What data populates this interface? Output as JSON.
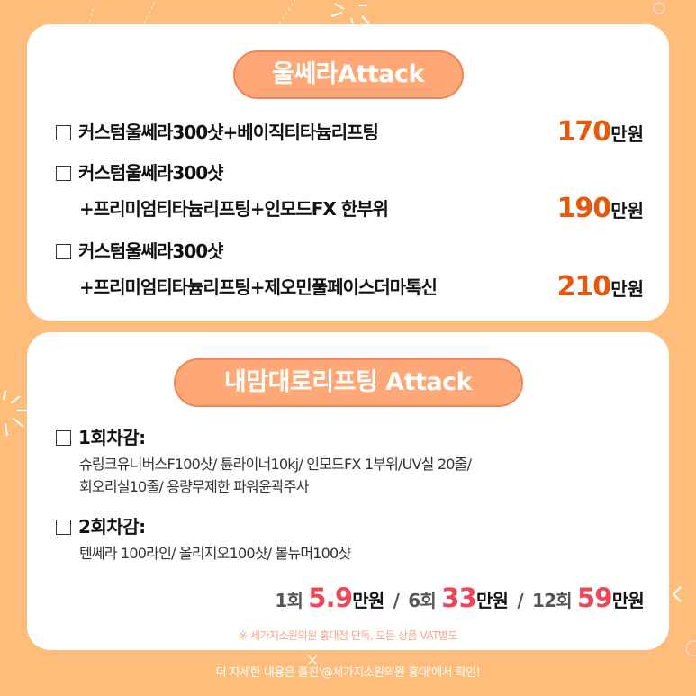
{
  "background_color": "#FFBD7B",
  "colors": {
    "pill_fill": "#FFA877",
    "pill_border": "#F0855A",
    "price_orange": "#E8580C",
    "price_pink": "#F0465A",
    "note_color": "#F6A78A"
  },
  "ulthera_section": {
    "title": "울쎄라Attack",
    "items": [
      {
        "lines": [
          "커스텀울쎄라300샷+베이직티타늄리프팅"
        ],
        "price_value": "170",
        "price_unit": "만원"
      },
      {
        "lines": [
          "커스텀울쎄라300샷",
          "+프리미엄티타늄리프팅+인모드FX 한부위"
        ],
        "price_value": "190",
        "price_unit": "만원"
      },
      {
        "lines": [
          "커스텀울쎄라300샷",
          "+프리미엄티타늄리프팅+제오민풀페이스더마톡신"
        ],
        "price_value": "210",
        "price_unit": "만원"
      }
    ]
  },
  "custom_lifting_section": {
    "title": "내맘대로리프팅 Attack",
    "options": [
      {
        "title": "1회차감:",
        "desc_lines": [
          "슈링크유니버스F100샷/ 튠라이너10kj/ 인모드FX 1부위/UV실 20줄/",
          "회오리실10줄/ 용량무제한 파워윤곽주사"
        ]
      },
      {
        "title": "2회차감:",
        "desc_lines": [
          "텐쎄라 100라인/ 올리지오100샷/ 볼뉴머100샷"
        ]
      }
    ],
    "session_prices": [
      {
        "label": "1회",
        "value": "5.9",
        "unit": "만원"
      },
      {
        "label": "6회",
        "value": "33",
        "unit": "만원"
      },
      {
        "label": "12회",
        "value": "59",
        "unit": "만원"
      }
    ],
    "separator": "/",
    "note": "※ 세가지소원의원 홍대점 단독, 모든 상품  VAT별도"
  },
  "footer": {
    "text": "더 자세한 내용은 플친'@세가지소원의원 홍대'에서 확인!"
  }
}
